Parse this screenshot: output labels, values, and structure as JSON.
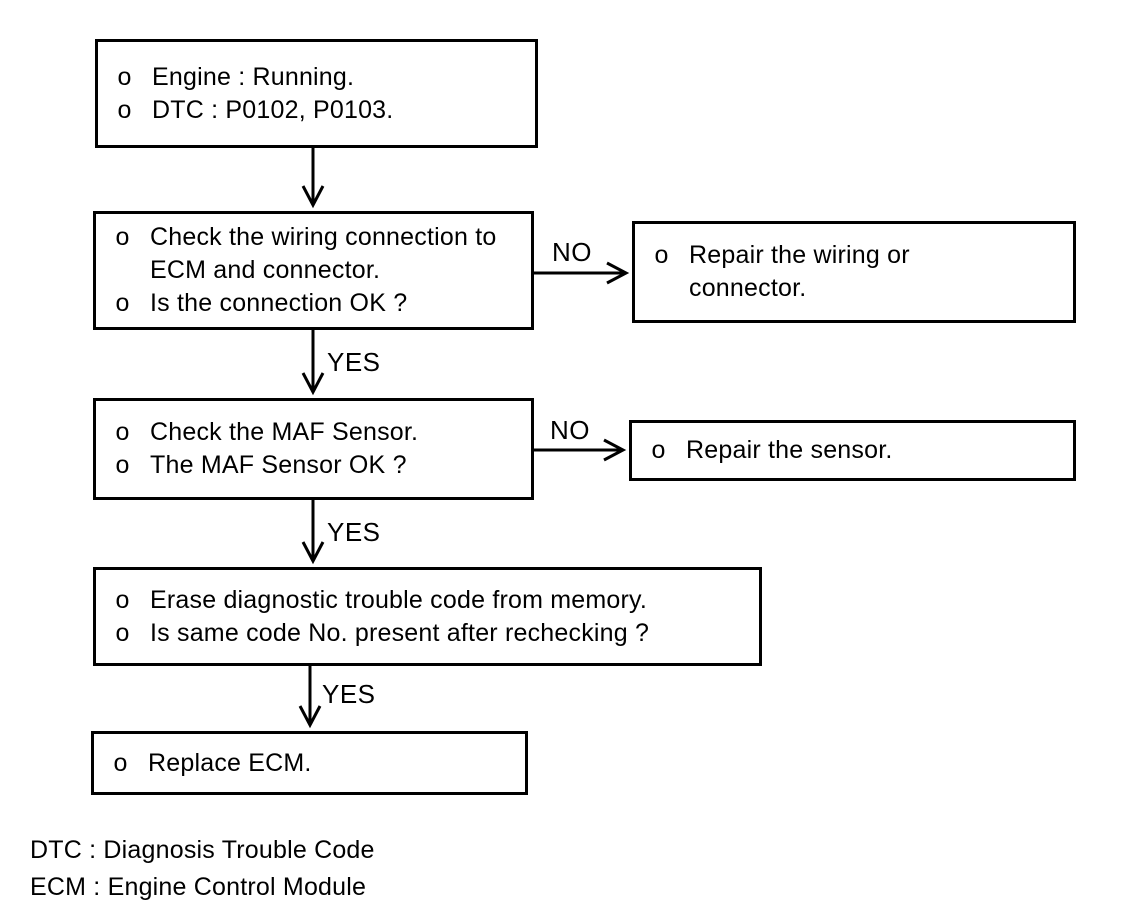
{
  "diagram": {
    "title_hint": "DTC P0102 / P0103 diagnostic flowchart",
    "bullet_char": "o",
    "colors": {
      "line": "#000000",
      "text": "#000000",
      "background": "#ffffff"
    },
    "nodes": {
      "start": {
        "items": [
          "Engine : Running.",
          "DTC : P0102, P0103."
        ]
      },
      "check_wiring": {
        "items": [
          "Check the wiring connection to ECM and connector.",
          "Is the connection OK ?"
        ]
      },
      "repair_wiring": {
        "items": [
          "Repair the wiring or connector."
        ]
      },
      "check_maf": {
        "items": [
          "Check the MAF Sensor.",
          "The MAF Sensor OK ?"
        ]
      },
      "repair_sensor": {
        "items": [
          "Repair the sensor."
        ]
      },
      "erase_dtc": {
        "items": [
          "Erase diagnostic trouble code from memory.",
          "Is same code No. present after rechecking ?"
        ]
      },
      "replace_ecm": {
        "items": [
          "Replace ECM."
        ]
      }
    },
    "edge_labels": {
      "no_wiring": "NO",
      "yes_wiring": "YES",
      "no_maf": "NO",
      "yes_maf": "YES",
      "yes_erase": "YES"
    }
  },
  "legend": {
    "lines": [
      "DTC : Diagnosis Trouble Code",
      "ECM : Engine Control Module"
    ]
  }
}
